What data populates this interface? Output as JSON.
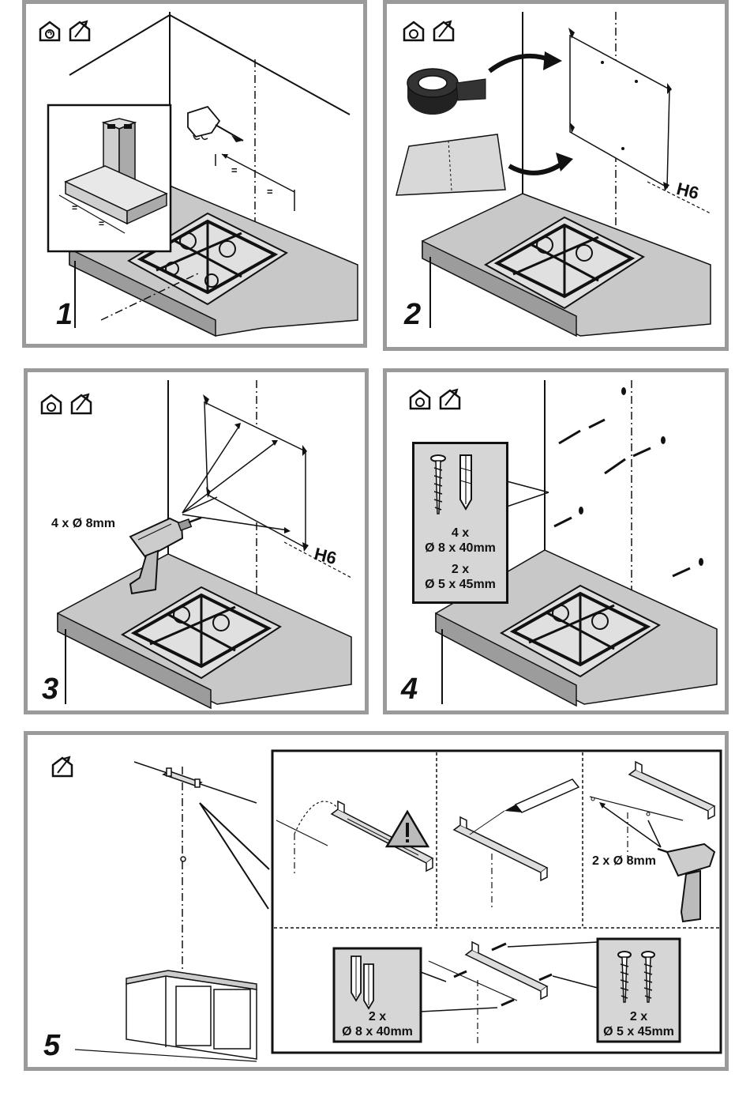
{
  "steps": [
    {
      "number": "1"
    },
    {
      "number": "2",
      "marker": "H6"
    },
    {
      "number": "3",
      "marker": "H6",
      "drill_label": "4 x Ø 8mm"
    },
    {
      "number": "4",
      "qty_a": "4 x",
      "size_a": "Ø 8 x 40mm",
      "qty_b": "2 x",
      "size_b": "Ø 5 x 45mm"
    },
    {
      "number": "5",
      "drill_label": "2 x Ø 8mm",
      "plug_qty": "2 x",
      "plug_size": "Ø 8 x 40mm",
      "screw_qty": "2 x",
      "screw_size": "Ø 5 x 45mm"
    }
  ],
  "colors": {
    "panel_border": "#9a9a9a",
    "surface": "#bdbdbd",
    "inset": "#d6d6d6",
    "line": "#111111"
  },
  "icons": [
    "recirculation-house-icon",
    "ducted-exhaust-house-icon",
    "warning-triangle-icon",
    "drill-icon",
    "screw-icon",
    "wall-plug-icon",
    "pencil-icon",
    "bracket-icon"
  ]
}
